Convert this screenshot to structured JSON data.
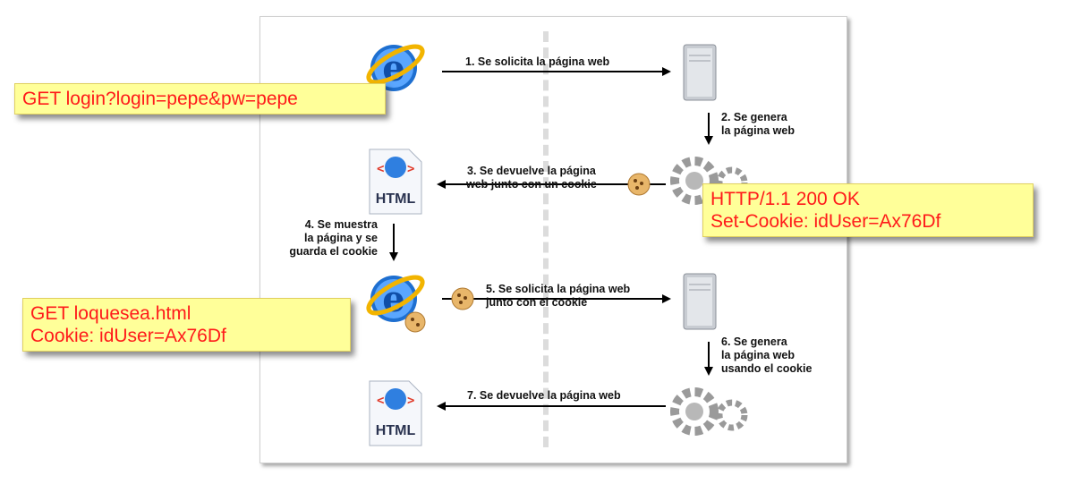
{
  "steps": {
    "s1": "1. Se solicita la página web",
    "s2": "2. Se genera\nla página web",
    "s3": "3. Se devuelve la página\nweb junto con un cookie",
    "s4": "4. Se muestra\nla página y se\nguarda el cookie",
    "s5": "5. Se solicita la página web\njunto con el cookie",
    "s6": "6. Se genera\nla página web\nusando el cookie",
    "s7": "7. Se devuelve la página web"
  },
  "notes": {
    "request_login": "GET login?login=pepe&pw=pepe",
    "response_line1": "HTTP/1.1 200 OK",
    "response_line2": "Set-Cookie: idUser=Ax76Df",
    "request2_line1": "GET loquesea.html",
    "request2_line2": "Cookie: idUser=Ax76Df"
  },
  "icons": {
    "html_label": "HTML"
  },
  "colors": {
    "note_bg": "#ffff99",
    "note_text": "#ff1a1a",
    "ie_blue": "#1e6fd0",
    "ie_ring": "#f2b400"
  }
}
